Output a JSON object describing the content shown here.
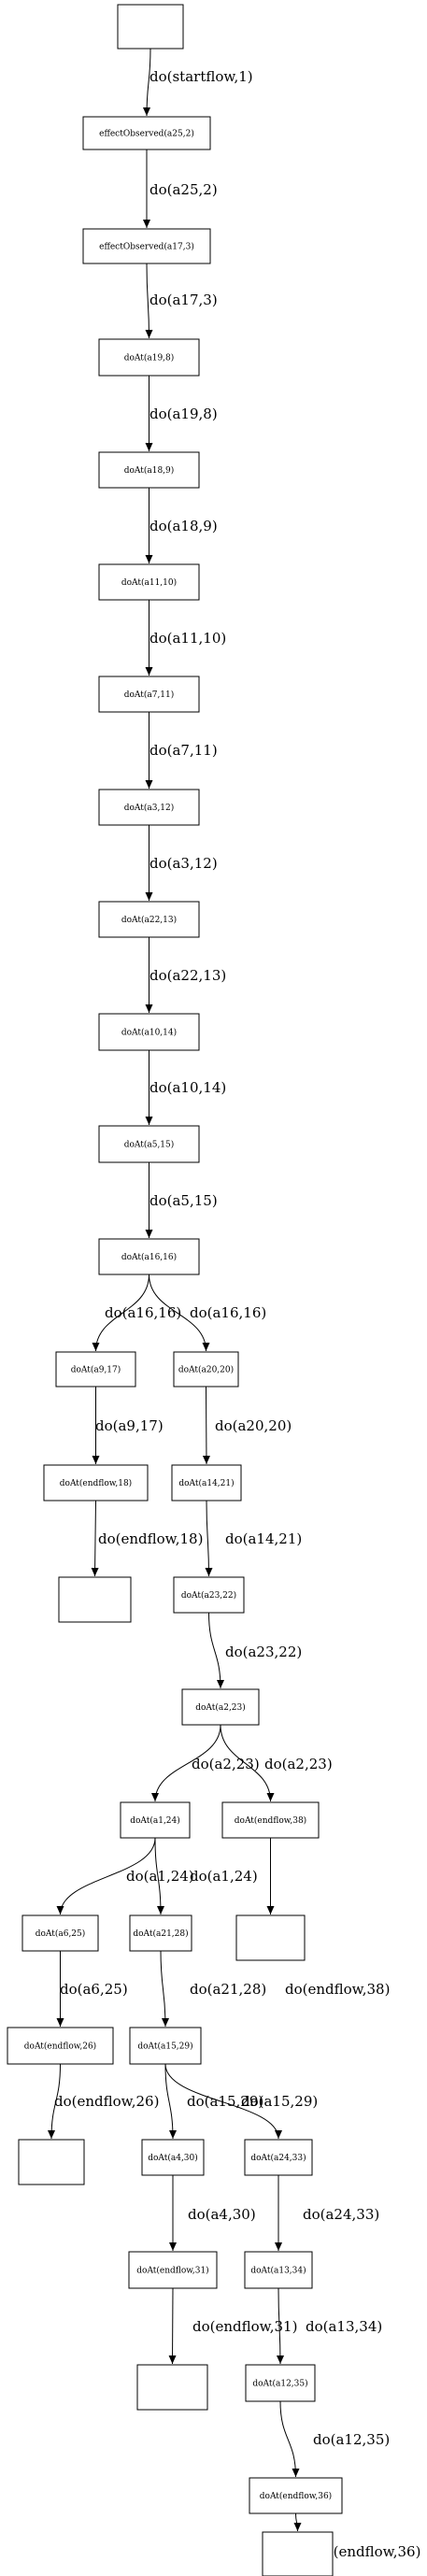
{
  "diagram": {
    "nodes": [
      {
        "id": "n0",
        "label": ""
      },
      {
        "id": "n1",
        "label": "effectObserved(a25,2)"
      },
      {
        "id": "n2",
        "label": "effectObserved(a17,3)"
      },
      {
        "id": "n3",
        "label": "doAt(a19,8)"
      },
      {
        "id": "n4",
        "label": "doAt(a18,9)"
      },
      {
        "id": "n5",
        "label": "doAt(a11,10)"
      },
      {
        "id": "n6",
        "label": "doAt(a7,11)"
      },
      {
        "id": "n7",
        "label": "doAt(a3,12)"
      },
      {
        "id": "n8",
        "label": "doAt(a22,13)"
      },
      {
        "id": "n9",
        "label": "doAt(a10,14)"
      },
      {
        "id": "n10",
        "label": "doAt(a5,15)"
      },
      {
        "id": "n11",
        "label": "doAt(a16,16)"
      },
      {
        "id": "n12",
        "label": "doAt(a9,17)"
      },
      {
        "id": "n13",
        "label": "doAt(a20,20)"
      },
      {
        "id": "n14",
        "label": "doAt(endflow,18)"
      },
      {
        "id": "n15",
        "label": "doAt(a14,21)"
      },
      {
        "id": "n16",
        "label": ""
      },
      {
        "id": "n17",
        "label": "doAt(a23,22)"
      },
      {
        "id": "n18",
        "label": "doAt(a2,23)"
      },
      {
        "id": "n19",
        "label": "doAt(a1,24)"
      },
      {
        "id": "n20",
        "label": "doAt(endflow,38)"
      },
      {
        "id": "n21",
        "label": "doAt(a6,25)"
      },
      {
        "id": "n22",
        "label": "doAt(a21,28)"
      },
      {
        "id": "n23",
        "label": ""
      },
      {
        "id": "n24",
        "label": "doAt(endflow,26)"
      },
      {
        "id": "n25",
        "label": "doAt(a15,29)"
      },
      {
        "id": "n26",
        "label": ""
      },
      {
        "id": "n27",
        "label": "doAt(a4,30)"
      },
      {
        "id": "n28",
        "label": "doAt(a24,33)"
      },
      {
        "id": "n29",
        "label": "doAt(endflow,31)"
      },
      {
        "id": "n30",
        "label": "doAt(a13,34)"
      },
      {
        "id": "n31",
        "label": ""
      },
      {
        "id": "n32",
        "label": "doAt(a12,35)"
      },
      {
        "id": "n33",
        "label": "doAt(endflow,36)"
      },
      {
        "id": "n34",
        "label": ""
      }
    ],
    "edges": [
      {
        "from": "n0",
        "to": "n1",
        "label": "do(startflow,1)"
      },
      {
        "from": "n1",
        "to": "n2",
        "label": "do(a25,2)"
      },
      {
        "from": "n2",
        "to": "n3",
        "label": "do(a17,3)"
      },
      {
        "from": "n3",
        "to": "n4",
        "label": "do(a19,8)"
      },
      {
        "from": "n4",
        "to": "n5",
        "label": "do(a18,9)"
      },
      {
        "from": "n5",
        "to": "n6",
        "label": "do(a11,10)"
      },
      {
        "from": "n6",
        "to": "n7",
        "label": "do(a7,11)"
      },
      {
        "from": "n7",
        "to": "n8",
        "label": "do(a3,12)"
      },
      {
        "from": "n8",
        "to": "n9",
        "label": "do(a22,13)"
      },
      {
        "from": "n9",
        "to": "n10",
        "label": "do(a10,14)"
      },
      {
        "from": "n10",
        "to": "n11",
        "label": "do(a5,15)"
      },
      {
        "from": "n11",
        "to": "n12",
        "label": "do(a16,16)"
      },
      {
        "from": "n11",
        "to": "n13",
        "label": "do(a16,16)"
      },
      {
        "from": "n12",
        "to": "n14",
        "label": "do(a9,17)"
      },
      {
        "from": "n13",
        "to": "n15",
        "label": "do(a20,20)"
      },
      {
        "from": "n14",
        "to": "n16",
        "label": "do(endflow,18)"
      },
      {
        "from": "n15",
        "to": "n17",
        "label": "do(a14,21)"
      },
      {
        "from": "n17",
        "to": "n18",
        "label": "do(a23,22)"
      },
      {
        "from": "n18",
        "to": "n19",
        "label": "do(a2,23)"
      },
      {
        "from": "n18",
        "to": "n20",
        "label": "do(a2,23)"
      },
      {
        "from": "n19",
        "to": "n21",
        "label": "do(a1,24)"
      },
      {
        "from": "n19",
        "to": "n22",
        "label": "do(a1,24)"
      },
      {
        "from": "n20",
        "to": "n23",
        "label": "do(endflow,38)"
      },
      {
        "from": "n21",
        "to": "n24",
        "label": "do(a6,25)"
      },
      {
        "from": "n22",
        "to": "n25",
        "label": "do(a21,28)"
      },
      {
        "from": "n24",
        "to": "n26",
        "label": "do(endflow,26)"
      },
      {
        "from": "n25",
        "to": "n27",
        "label": "do(a15,29)"
      },
      {
        "from": "n25",
        "to": "n28",
        "label": "do(a15,29)"
      },
      {
        "from": "n27",
        "to": "n29",
        "label": "do(a4,30)"
      },
      {
        "from": "n28",
        "to": "n30",
        "label": "do(a24,33)"
      },
      {
        "from": "n29",
        "to": "n31",
        "label": "do(endflow,31)"
      },
      {
        "from": "n30",
        "to": "n32",
        "label": "do(a13,34)"
      },
      {
        "from": "n32",
        "to": "n33",
        "label": "do(a12,35)"
      },
      {
        "from": "n33",
        "to": "n34",
        "label": "do(endflow,36)"
      }
    ]
  }
}
